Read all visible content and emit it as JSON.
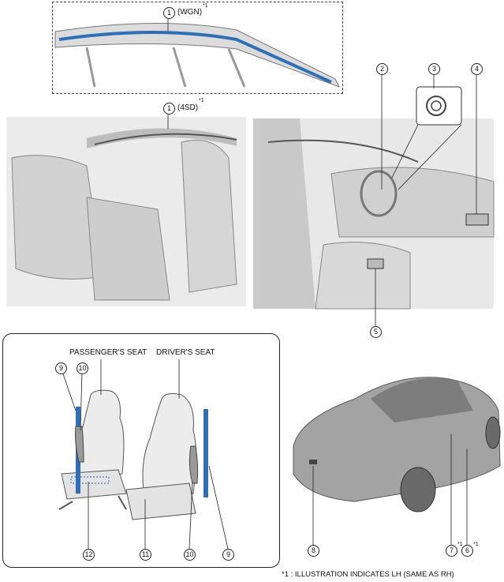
{
  "wgn": {
    "num": "1",
    "label": "(WGN)",
    "sup": "*1"
  },
  "sd": {
    "num": "1",
    "label": "(4SD)",
    "sup": "*1"
  },
  "front": {
    "n2": "2",
    "n3": "3",
    "n4": "4",
    "n5": "5"
  },
  "seats": {
    "passenger_label": "PASSENGER'S SEAT",
    "driver_label": "DRIVER'S SEAT",
    "n9a": "9",
    "n10a": "10",
    "n12": "12",
    "n11": "11",
    "n10b": "10",
    "n9b": "9"
  },
  "car": {
    "n8": "8",
    "n7": "7",
    "n6": "6",
    "sup7": "*1",
    "sup6": "*1"
  },
  "footnote": "*1 : ILLUSTRATION INDICATES LH (SAME AS RH)",
  "colors": {
    "airbag": "#2f6fb5",
    "interior": "#cfcfcf",
    "body": "#9a9a9a"
  }
}
